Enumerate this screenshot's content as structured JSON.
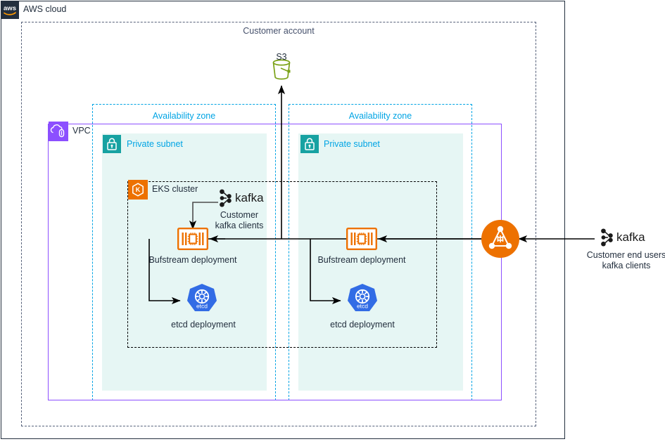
{
  "diagram": {
    "title": "AWS cloud",
    "colors": {
      "aws_navy": "#232F3E",
      "account_dash": "#56617A",
      "vpc_purple": "#8C4FFF",
      "az_blue": "#00A4E4",
      "subnet_teal": "#17A2A2",
      "subnet_fill": "#E6F6F4",
      "eks_orange": "#ED7100",
      "bufstream_orange": "#ED7100",
      "etcd_blue": "#326CE5",
      "s3_green": "#7AA116",
      "line_black": "#000000"
    }
  },
  "aws_cloud": {
    "label": "AWS cloud",
    "icon": "aws-logo-icon"
  },
  "customer_account": {
    "label": "Customer account"
  },
  "vpc": {
    "label": "VPC",
    "icon": "vpc-icon"
  },
  "s3": {
    "label": "S3",
    "icon": "s3-bucket-icon"
  },
  "availability_zones": [
    {
      "label": "Availability zone",
      "subnet": {
        "label": "Private subnet",
        "icon": "private-subnet-lock-icon"
      },
      "nodes": [
        {
          "label": "Bufstream deployment",
          "icon": "bufstream-icon"
        },
        {
          "label": "etcd deployment",
          "icon": "etcd-icon"
        }
      ]
    },
    {
      "label": "Availability zone",
      "subnet": {
        "label": "Private subnet",
        "icon": "private-subnet-lock-icon"
      },
      "nodes": [
        {
          "label": "Bufstream deployment",
          "icon": "bufstream-icon"
        },
        {
          "label": "etcd deployment",
          "icon": "etcd-icon"
        }
      ]
    }
  ],
  "eks_cluster": {
    "label": "EKS cluster",
    "icon": "eks-icon"
  },
  "kafka_internal": {
    "logo_text": "kafka",
    "caption_line1": "Customer",
    "caption_line2": "kafka clients",
    "icon": "kafka-logo-icon"
  },
  "kafka_external": {
    "logo_text": "kafka",
    "caption_line1": "Customer end users",
    "caption_line2": "kafka clients",
    "icon": "kafka-logo-icon"
  },
  "load_balancer": {
    "icon": "network-load-balancer-icon"
  }
}
